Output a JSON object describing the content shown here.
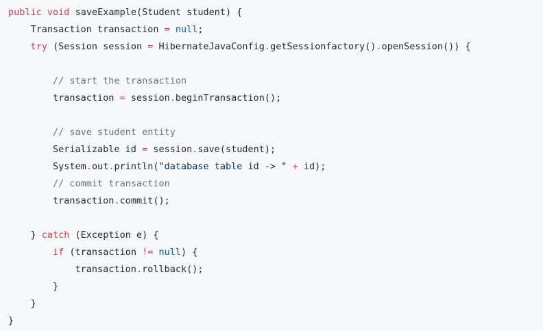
{
  "colors": {
    "background": "#f6f8fa",
    "text": "#24292e",
    "keyword": "#d73a49",
    "operator": "#d73a49",
    "literal": "#005cc5",
    "string": "#032f62",
    "comment": "#6a737d"
  },
  "code": {
    "language": "java",
    "lines": [
      [
        {
          "t": "public",
          "k": "kw"
        },
        {
          "t": " ",
          "k": "ws"
        },
        {
          "t": "void",
          "k": "kw"
        },
        {
          "t": " saveExample(Student student) {",
          "k": "id"
        }
      ],
      [
        {
          "t": "    Transaction transaction ",
          "k": "id"
        },
        {
          "t": "=",
          "k": "op"
        },
        {
          "t": " ",
          "k": "ws"
        },
        {
          "t": "null",
          "k": "lit"
        },
        {
          "t": ";",
          "k": "pn"
        }
      ],
      [
        {
          "t": "    ",
          "k": "ws"
        },
        {
          "t": "try",
          "k": "kw"
        },
        {
          "t": " (Session session ",
          "k": "id"
        },
        {
          "t": "=",
          "k": "op"
        },
        {
          "t": " HibernateJavaConfig",
          "k": "id"
        },
        {
          "t": ".",
          "k": "op"
        },
        {
          "t": "getSessionfactory()",
          "k": "id"
        },
        {
          "t": ".",
          "k": "op"
        },
        {
          "t": "openSession()) {",
          "k": "id"
        }
      ],
      [],
      [
        {
          "t": "        ",
          "k": "ws"
        },
        {
          "t": "// start the transaction",
          "k": "cm"
        }
      ],
      [
        {
          "t": "        transaction ",
          "k": "id"
        },
        {
          "t": "=",
          "k": "op"
        },
        {
          "t": " session",
          "k": "id"
        },
        {
          "t": ".",
          "k": "op"
        },
        {
          "t": "beginTransaction();",
          "k": "id"
        }
      ],
      [],
      [
        {
          "t": "        ",
          "k": "ws"
        },
        {
          "t": "// save student entity",
          "k": "cm"
        }
      ],
      [
        {
          "t": "        Serializable id ",
          "k": "id"
        },
        {
          "t": "=",
          "k": "op"
        },
        {
          "t": " session",
          "k": "id"
        },
        {
          "t": ".",
          "k": "op"
        },
        {
          "t": "save(student);",
          "k": "id"
        }
      ],
      [
        {
          "t": "        System",
          "k": "id"
        },
        {
          "t": ".",
          "k": "op"
        },
        {
          "t": "out",
          "k": "id"
        },
        {
          "t": ".",
          "k": "op"
        },
        {
          "t": "println(",
          "k": "id"
        },
        {
          "t": "\"database table id -> \"",
          "k": "str"
        },
        {
          "t": " ",
          "k": "ws"
        },
        {
          "t": "+",
          "k": "op"
        },
        {
          "t": " id);",
          "k": "id"
        }
      ],
      [
        {
          "t": "        ",
          "k": "ws"
        },
        {
          "t": "// commit transaction",
          "k": "cm"
        }
      ],
      [
        {
          "t": "        transaction",
          "k": "id"
        },
        {
          "t": ".",
          "k": "op"
        },
        {
          "t": "commit();",
          "k": "id"
        }
      ],
      [],
      [
        {
          "t": "    } ",
          "k": "id"
        },
        {
          "t": "catch",
          "k": "kw"
        },
        {
          "t": " (Exception e) {",
          "k": "id"
        }
      ],
      [
        {
          "t": "        ",
          "k": "ws"
        },
        {
          "t": "if",
          "k": "kw"
        },
        {
          "t": " (transaction ",
          "k": "id"
        },
        {
          "t": "!=",
          "k": "op"
        },
        {
          "t": " ",
          "k": "ws"
        },
        {
          "t": "null",
          "k": "lit"
        },
        {
          "t": ") {",
          "k": "id"
        }
      ],
      [
        {
          "t": "            transaction",
          "k": "id"
        },
        {
          "t": ".",
          "k": "op"
        },
        {
          "t": "rollback();",
          "k": "id"
        }
      ],
      [
        {
          "t": "        }",
          "k": "id"
        }
      ],
      [
        {
          "t": "    }",
          "k": "id"
        }
      ],
      [
        {
          "t": "}",
          "k": "id"
        }
      ]
    ]
  }
}
